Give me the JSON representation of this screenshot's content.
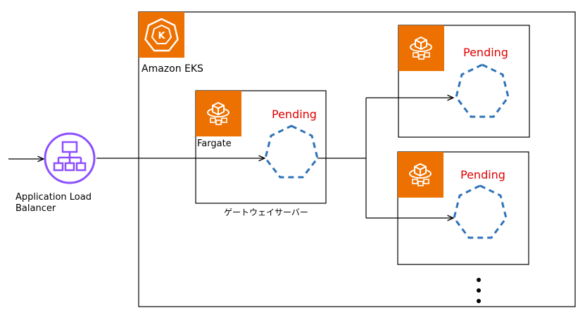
{
  "alb": {
    "label_line1": "Application Load",
    "label_line2": "Balancer"
  },
  "eks": {
    "label": "Amazon EKS"
  },
  "gateway": {
    "fargate_label": "Fargate",
    "pod_status": "Pending",
    "caption": "ゲートウェイサーバー"
  },
  "worker_top": {
    "pod_status": "Pending"
  },
  "worker_bottom": {
    "pod_status": "Pending"
  },
  "continuation": {
    "symbol": "⋮"
  },
  "colors": {
    "aws_orange": "#ED7100",
    "alb_purple": "#8C4FFF",
    "pending_red": "#E00000",
    "pod_blue": "#2E73B8",
    "line": "#000000"
  }
}
